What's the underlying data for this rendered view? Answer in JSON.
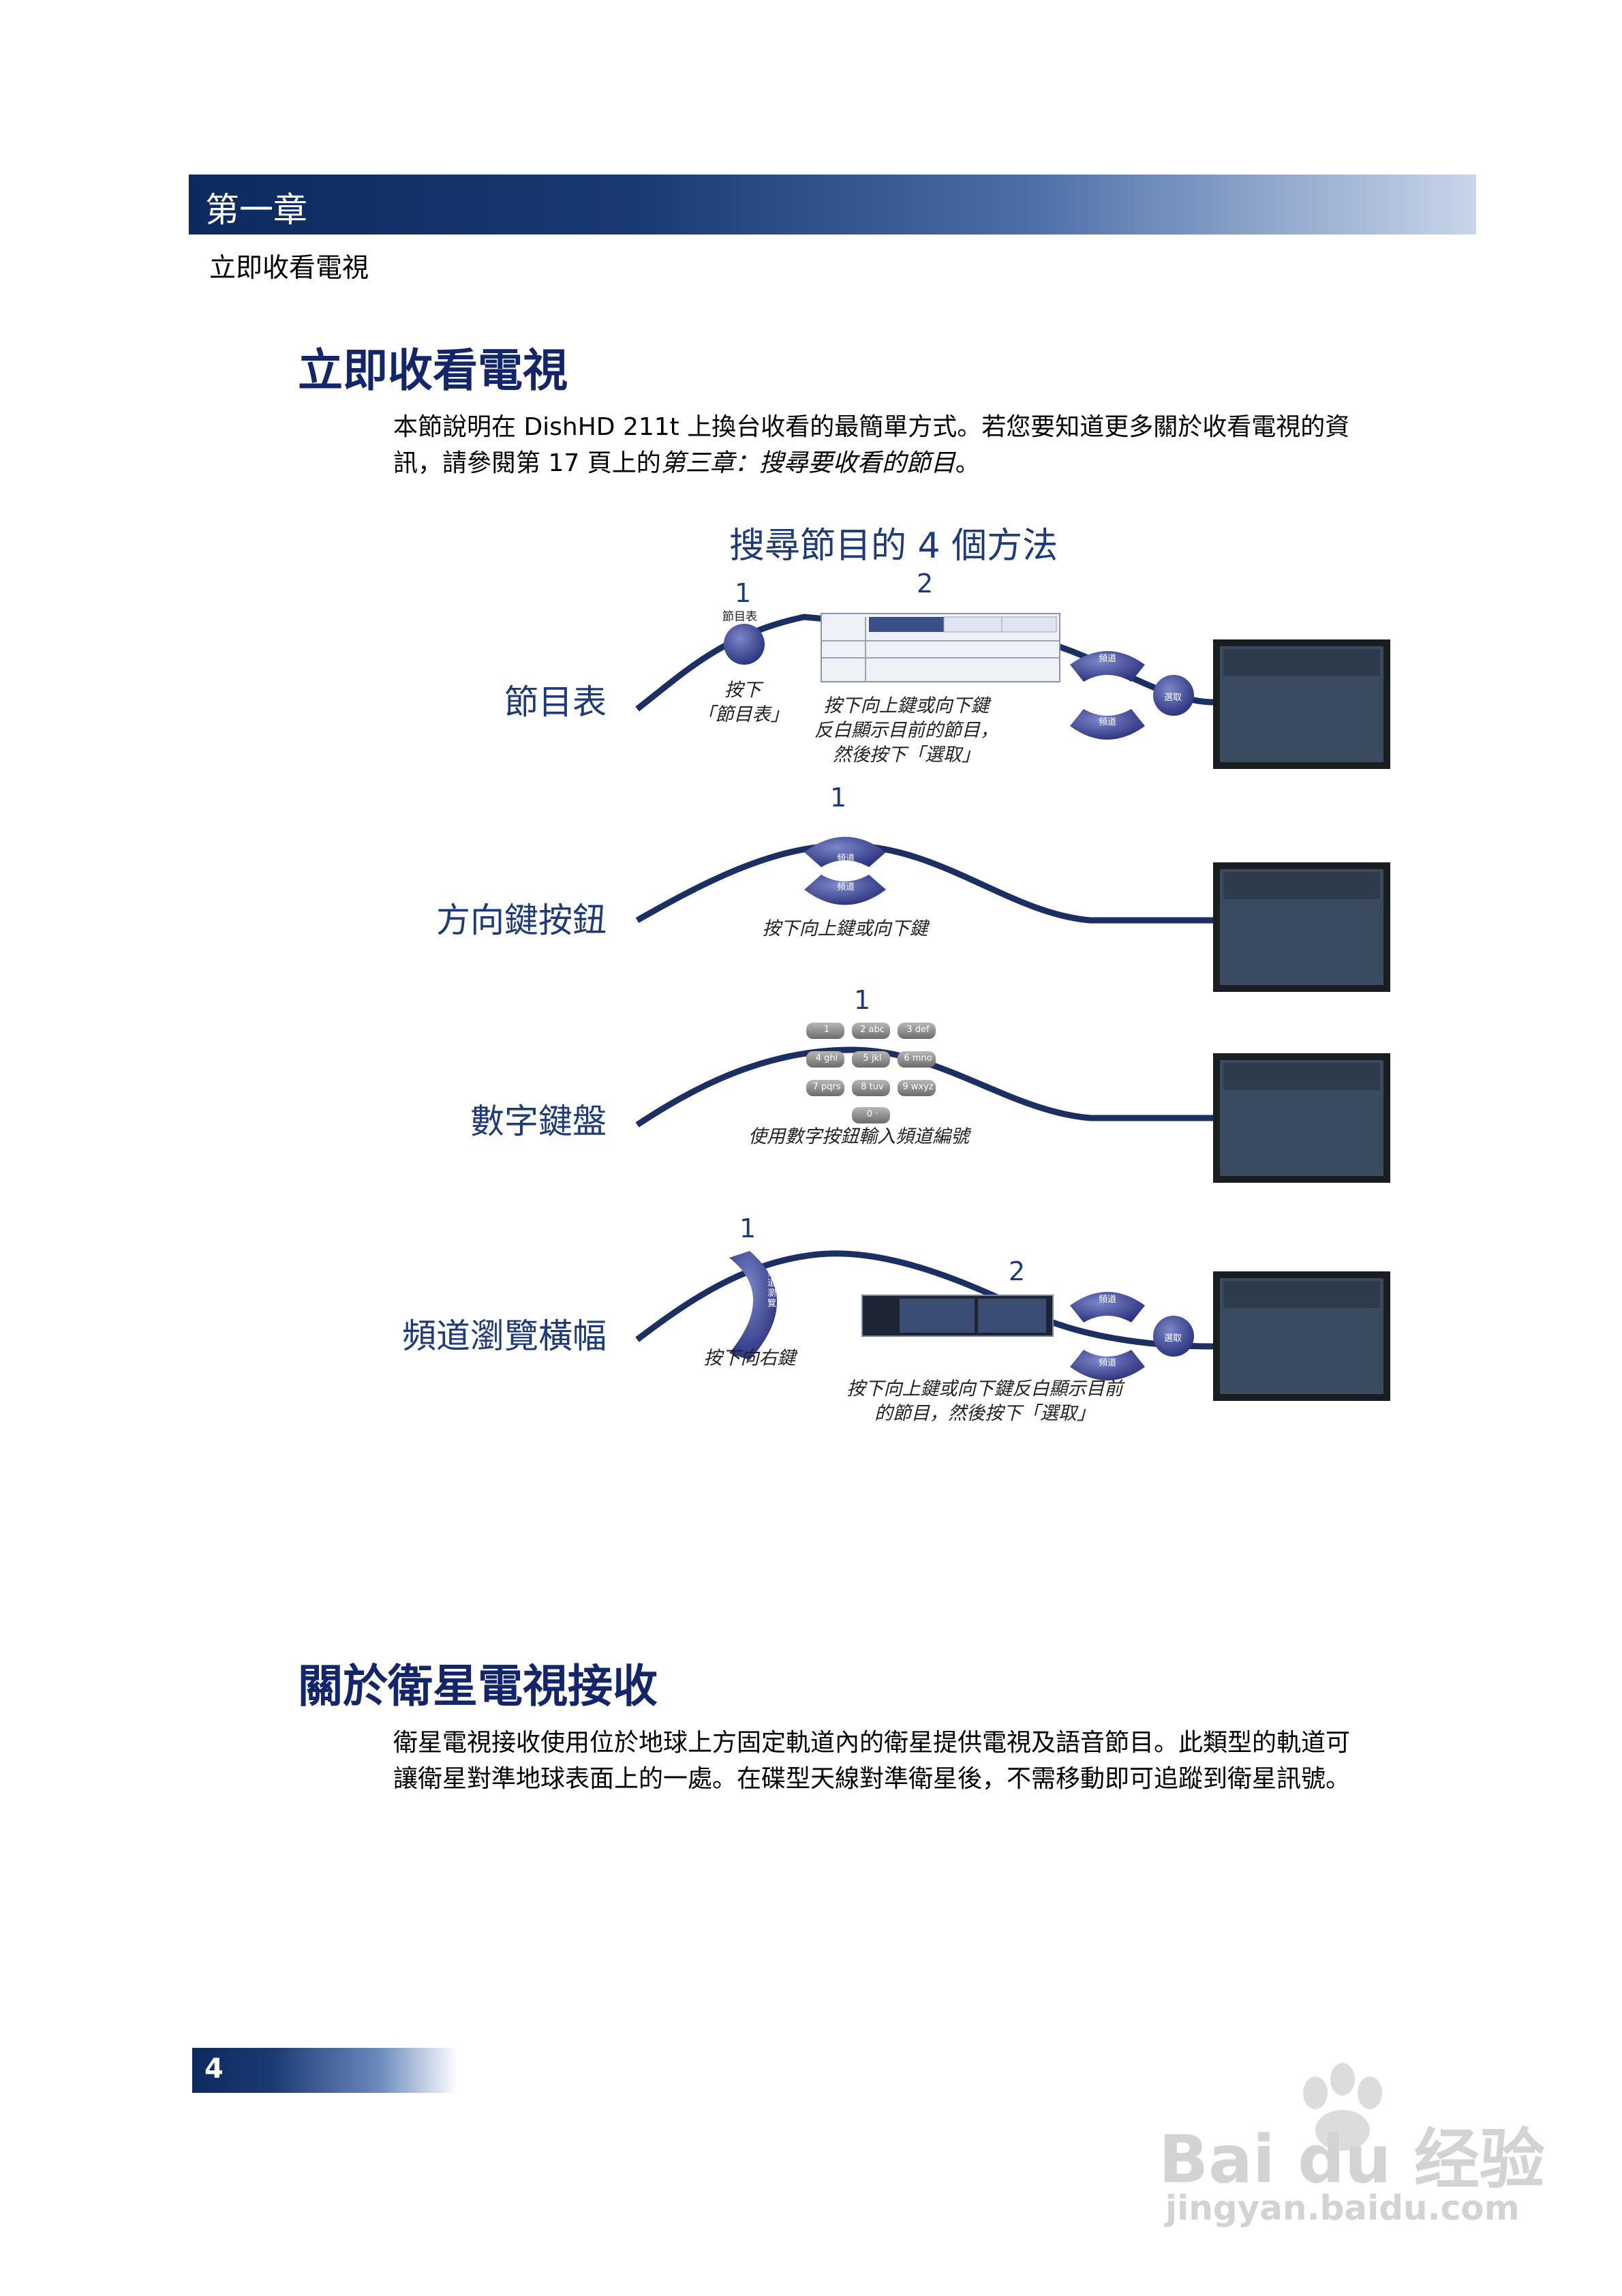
{
  "header": {
    "chapter": "第一章",
    "section": "立即收看電視"
  },
  "section1": {
    "title": "立即收看電視",
    "para_line1": "本節說明在 DishHD 211t 上換台收看的最簡單方式。若您要知道更多關於收看電視的資",
    "para_line2_prefix": "訊，請參閱第 17 頁上的",
    "para_line2_italic": "第三章：搜尋要收看的節目",
    "para_line2_suffix": "。"
  },
  "diagram": {
    "title": "搜尋節目的 4 個方法",
    "rows": [
      {
        "label": "節目表",
        "step1": "1",
        "step2": "2",
        "button_label": "節目表",
        "caption1_line1": "按下",
        "caption1_line2": "「節目表」",
        "caption2_line1": "按下向上鍵或向下鍵",
        "caption2_line2": "反白顯示目前的節目，",
        "caption2_line3": "然後按下「選取」"
      },
      {
        "label": "方向鍵按鈕",
        "step1": "1",
        "caption1_line1": "按下向上鍵或向下鍵"
      },
      {
        "label": "數字鍵盤",
        "step1": "1",
        "caption1_line1": "使用數字按鈕輸入頻道編號",
        "keys": [
          "1",
          "2 abc",
          "3 def",
          "4 ghi",
          "5 jkl",
          "6 mno",
          "7 pqrs",
          "8 tuv",
          "9 wxyz",
          "0 ·"
        ]
      },
      {
        "label": "頻道瀏覽橫幅",
        "step1": "1",
        "step2": "2",
        "caption1_line1": "按下向右鍵",
        "caption2_line1": "按下向上鍵或向下鍵反白顯示目前",
        "caption2_line2": "的節目，然後按下「選取」"
      }
    ],
    "dpad": {
      "up": "頻道",
      "down": "頻道",
      "select": "選取",
      "right": "頻道瀏覽"
    }
  },
  "section2": {
    "title": "關於衛星電視接收",
    "para_line1": "衛星電視接收使用位於地球上方固定軌道內的衛星提供電視及語音節目。此類型的軌道可",
    "para_line2": "讓衛星對準地球表面上的一處。在碟型天線對準衛星後，不需移動即可追蹤到衛星訊號。"
  },
  "footer": {
    "page_number": "4"
  },
  "watermark": {
    "logo": "Bai du 经验",
    "url": "jingyan.baidu.com"
  }
}
